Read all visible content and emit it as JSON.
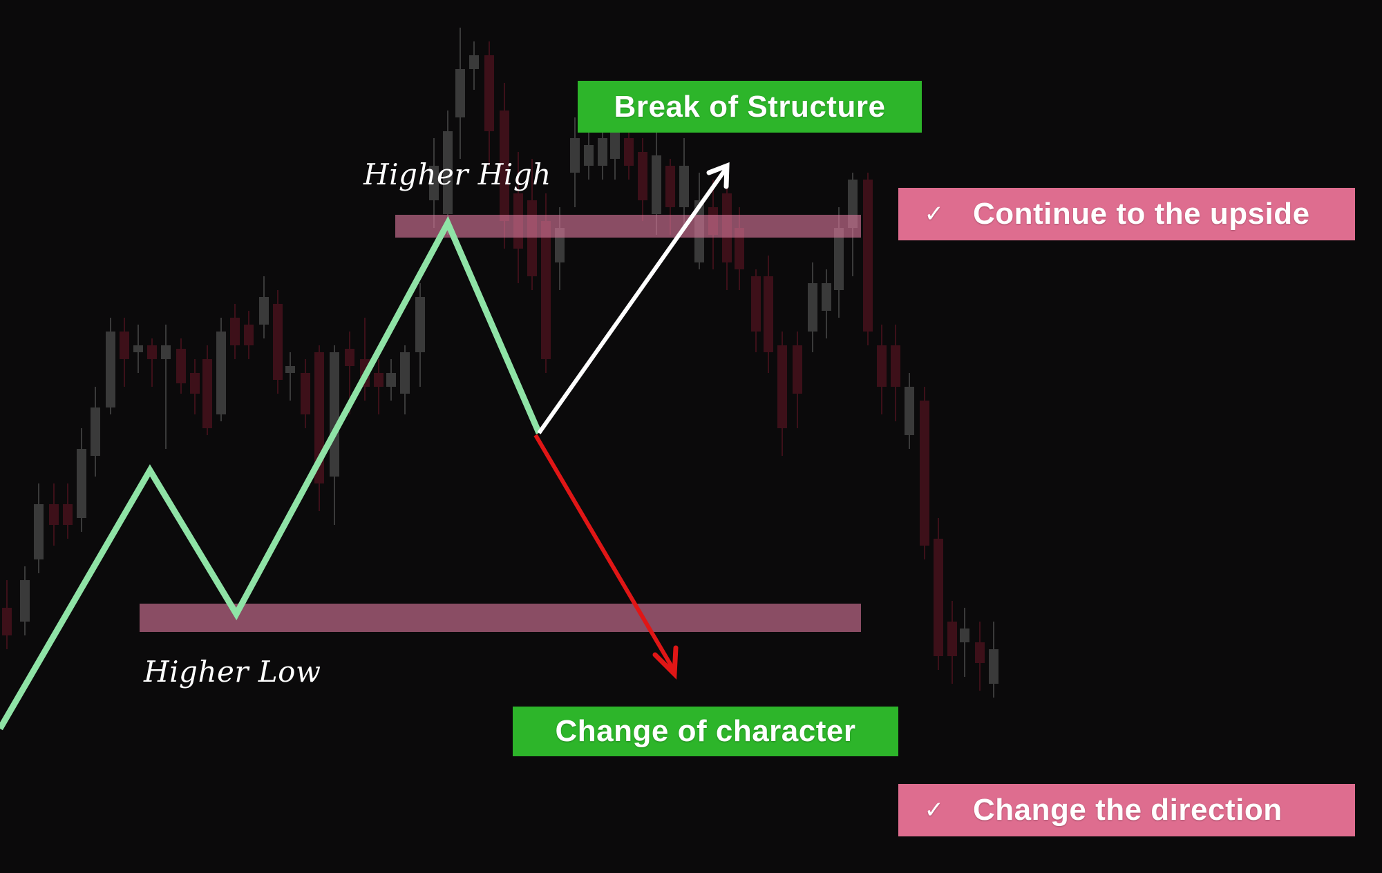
{
  "labels": {
    "break_of_structure": "Break of Structure",
    "change_of_character": "Change of character",
    "higher_high": "Higher High",
    "higher_low": "Higher Low",
    "check_mark": "✓",
    "continue_upside": "Continue to the upside",
    "change_direction": "Change the direction"
  },
  "colors": {
    "background": "#0b0a0b",
    "trend_line": "#8fe3a6",
    "zone": "#d9789b",
    "green_box": "#2db52a",
    "pink_box": "#de6d8f",
    "bull_arrow": "#ffffff",
    "bear_arrow": "#e01616",
    "candle_up": "#3a3a3a",
    "candle_down": "#3d1019"
  }
}
